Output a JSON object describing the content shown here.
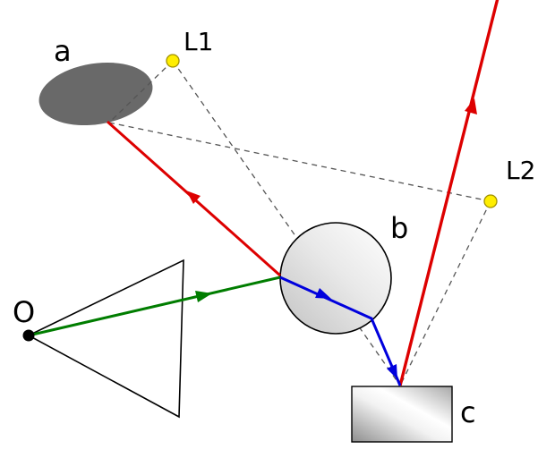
{
  "diagram": {
    "labels": {
      "ellipse": "a",
      "light1": "L1",
      "light2": "L2",
      "lens": "b",
      "mirror": "c",
      "observer": "O"
    },
    "colors": {
      "red_ray": "#dd0000",
      "green_ray": "#007d00",
      "blue_ray": "#0000dd",
      "light_fill": "#ffee00",
      "light_stroke": "#a09000",
      "ellipse_fill": "#696969",
      "dashed_line": "#555555",
      "outline": "#000000"
    }
  }
}
